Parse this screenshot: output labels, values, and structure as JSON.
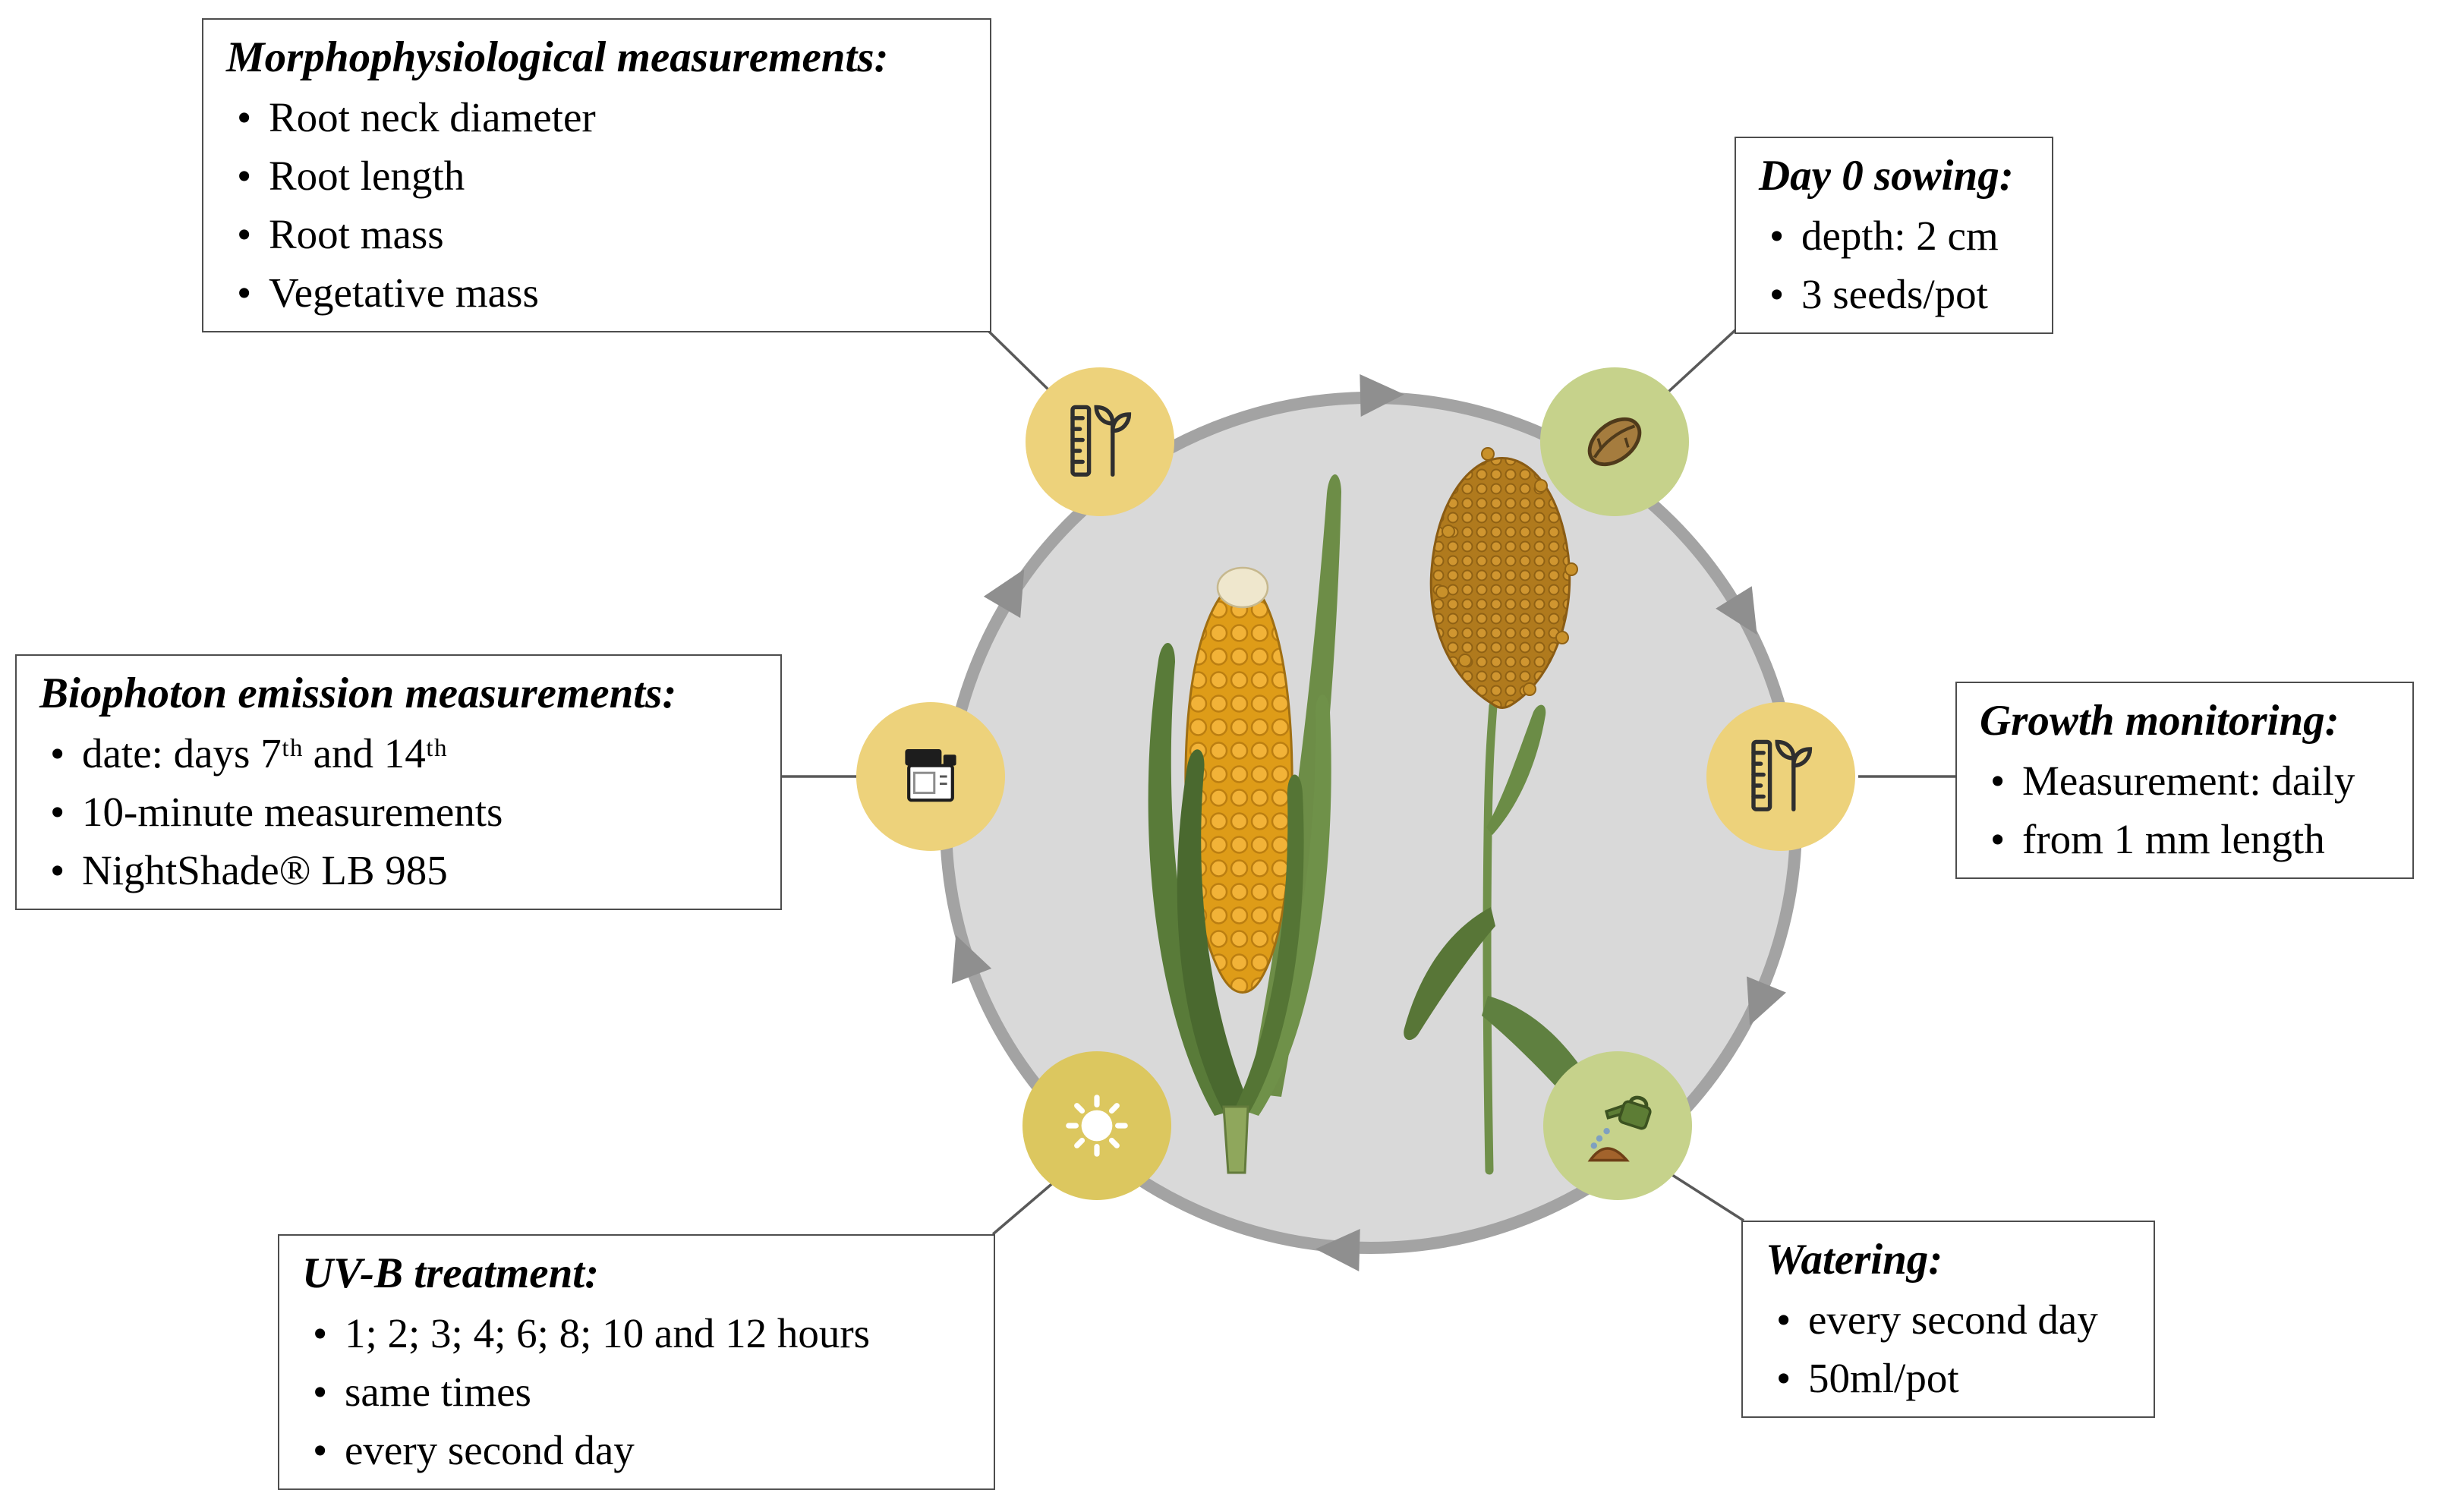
{
  "figure": {
    "type": "experimental-cycle-diagram",
    "center_illustrations": [
      "corn-cob",
      "sorghum-plant"
    ]
  },
  "boxes": [
    {
      "id": "morphophysiological",
      "title": "Morphophysiological measurements:",
      "items": [
        "Root neck diameter",
        "Root length",
        "Root mass",
        "Vegetative mass"
      ],
      "icon": "ruler-plant-icon",
      "icon_bg": "#edd27b"
    },
    {
      "id": "sowing",
      "title": "Day 0 sowing:",
      "items": [
        "depth: 2 cm",
        "3 seeds/pot"
      ],
      "icon": "seed-icon",
      "icon_bg": "#c6d28b"
    },
    {
      "id": "growth-monitoring",
      "title": "Growth monitoring:",
      "items": [
        "Measurement: daily",
        "from 1 mm length"
      ],
      "icon": "ruler-plant-icon",
      "icon_bg": "#edd27b"
    },
    {
      "id": "watering",
      "title": "Watering:",
      "items": [
        "every second day",
        "50ml/pot"
      ],
      "icon": "watering-can-icon",
      "icon_bg": "#c6d28b"
    },
    {
      "id": "uvb-treatment",
      "title": "UV-B treatment:",
      "items": [
        "1; 2; 3; 4; 6; 8; 10 and 12 hours",
        "same times",
        "every second day"
      ],
      "icon": "sun-icon",
      "icon_bg": "#dcc75f"
    },
    {
      "id": "biophoton",
      "title": "Biophoton emission measurements:",
      "items": [
        "date: days 7ᵗʰ and 14ᵗʰ",
        "10-minute measurements",
        "NightShade® LB 985"
      ],
      "icon": "instrument-icon",
      "icon_bg": "#edd27b"
    }
  ],
  "colors": {
    "ring": "#a3a3a3",
    "ring_fill": "#d9d9d9",
    "arrow": "#8f8f8f",
    "connector": "#595959",
    "box_border": "#4d4d4d",
    "icon_yellow": "#edd27b",
    "icon_green": "#c6d28b",
    "icon_sun_yellow": "#dcc75f",
    "corn": "#e8a21f",
    "leaf_green": "#5f7f3c",
    "grain_brown": "#c9912a",
    "text": "#000000",
    "background": "#ffffff"
  }
}
